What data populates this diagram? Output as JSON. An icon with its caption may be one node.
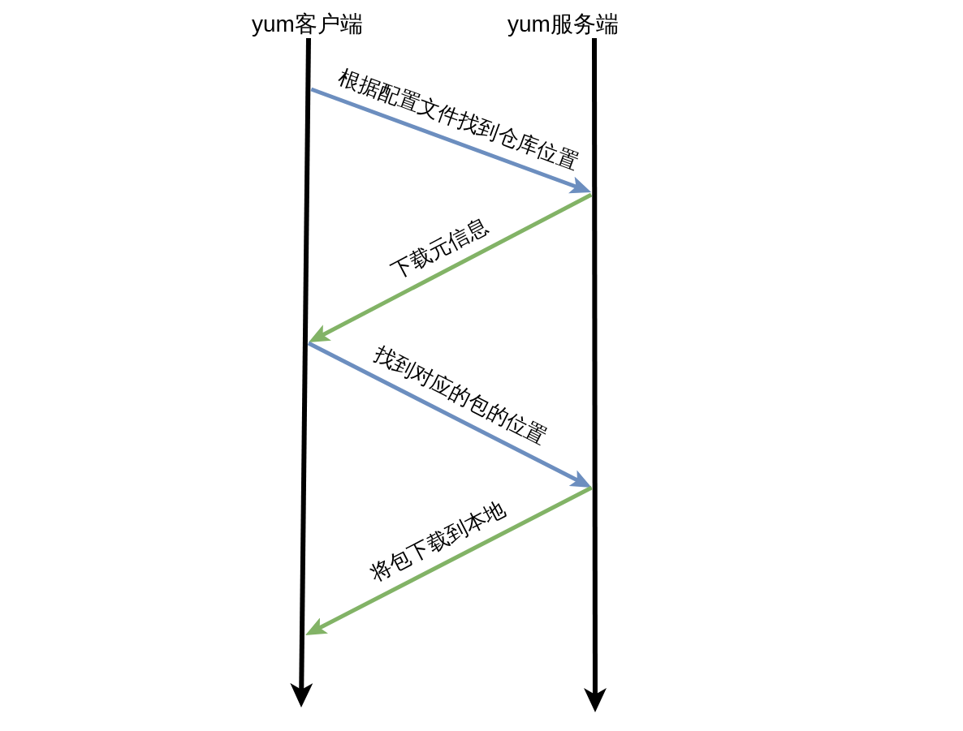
{
  "diagram": {
    "nodes": [
      {
        "text": [
          "yum客户端"
        ]
      },
      {
        "text": [
          "yum服务端"
        ]
      }
    ],
    "edges": [
      {
        "from": 0,
        "to": 1,
        "label": "根据配置文件找到仓库位置",
        "arrow": "to",
        "color": "#6c8ebf"
      },
      {
        "from": 1,
        "to": 0,
        "label": "下载元信息",
        "arrow": "to",
        "color": "#82b366"
      },
      {
        "from": 0,
        "to": 1,
        "label": "找到对应的包的位置",
        "arrow": "to",
        "color": "#6c8ebf"
      },
      {
        "from": 1,
        "to": 0,
        "label": "将包下载到本地",
        "arrow": "to",
        "color": "#82b366"
      }
    ]
  }
}
